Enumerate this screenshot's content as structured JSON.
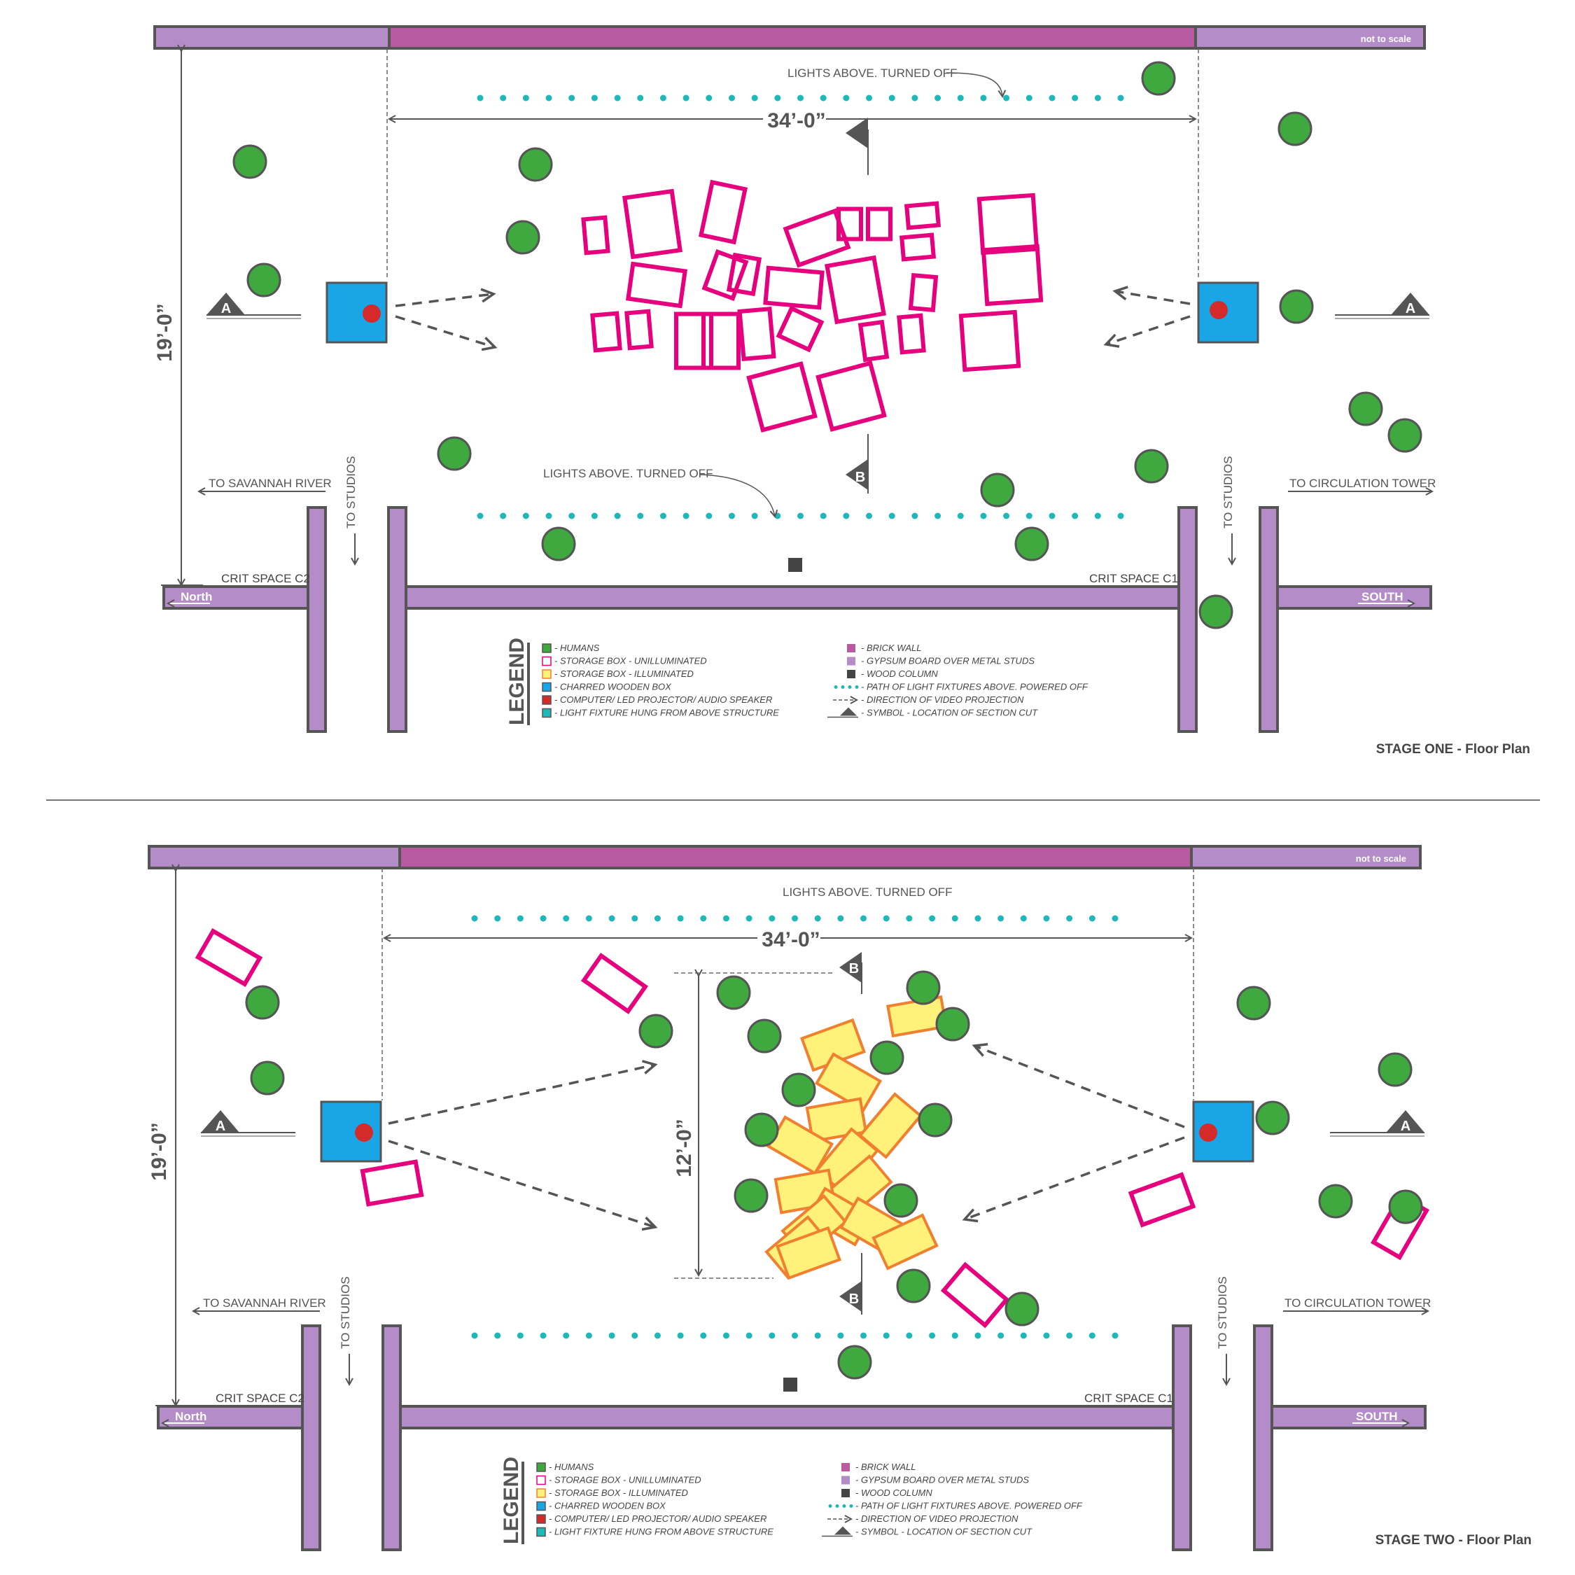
{
  "stage_one": {
    "title": "STAGE ONE - Floor Plan",
    "not_to_scale": "not to scale",
    "dim_width": "34’-0”",
    "dim_height": "19’-0”",
    "lights_top": "LIGHTS ABOVE. TURNED OFF",
    "lights_bottom": "LIGHTS ABOVE. TURNED OFF",
    "to_river": "TO SAVANNAH RIVER",
    "to_tower": "TO CIRCULATION TOWER",
    "to_studios": "TO STUDIOS",
    "crit_c2": "CRIT SPACE C2",
    "crit_c1": "CRIT SPACE C1",
    "north": "North",
    "south": "SOUTH",
    "section_a": "A",
    "section_b": "B"
  },
  "stage_two": {
    "title": "STAGE TWO - Floor Plan",
    "not_to_scale": "not to scale",
    "dim_width": "34’-0”",
    "dim_height": "19’-0”",
    "dim_cluster": "12’-0”",
    "lights_top": "LIGHTS ABOVE. TURNED OFF",
    "to_river": "TO SAVANNAH RIVER",
    "to_tower": "TO CIRCULATION TOWER",
    "to_studios": "TO STUDIOS",
    "crit_c2": "CRIT SPACE C2",
    "crit_c1": "CRIT SPACE C1",
    "north": "North",
    "south": "SOUTH",
    "section_a": "A",
    "section_b": "B"
  },
  "legend": {
    "title": "LEGEND",
    "left": [
      "- HUMANS",
      "- STORAGE BOX - UNILLUMINATED",
      "- STORAGE BOX - ILLUMINATED",
      "- CHARRED WOODEN BOX",
      "- COMPUTER/ LED PROJECTOR/ AUDIO SPEAKER",
      "- LIGHT FIXTURE HUNG FROM ABOVE STRUCTURE"
    ],
    "right": [
      "- BRICK WALL",
      "- GYPSUM BOARD OVER METAL STUDS",
      "- WOOD COLUMN",
      "- PATH OF LIGHT FIXTURES ABOVE. POWERED OFF",
      "- DIRECTION OF VIDEO PROJECTION",
      "- SYMBOL - LOCATION OF SECTION CUT"
    ]
  },
  "colors": {
    "human": "#3fa83f",
    "box_unlit": "#e6007e",
    "box_lit_fill": "#fff17a",
    "box_lit_stroke": "#f08030",
    "charred_box": "#1aa6e6",
    "projector": "#d42a2a",
    "light": "#1fb8b8",
    "brick": "#b85aa0",
    "gypsum": "#b48cc8",
    "column": "#444444",
    "outline": "#505050"
  }
}
